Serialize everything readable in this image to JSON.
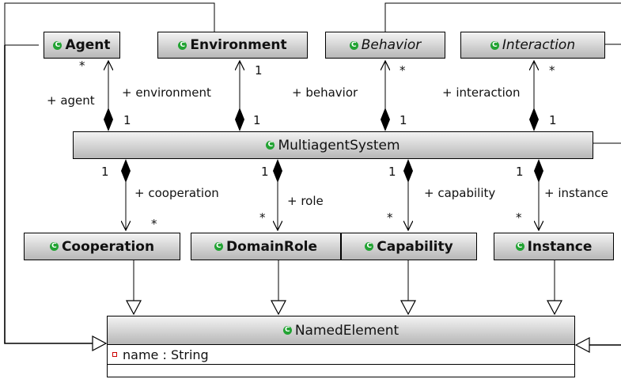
{
  "classes": {
    "agent": "Agent",
    "environment": "Environment",
    "behavior": "Behavior",
    "interaction": "Interaction",
    "multiagent": "MultiagentSystem",
    "cooperation": "Cooperation",
    "domainrole": "DomainRole",
    "capability": "Capability",
    "instance": "Instance",
    "namedelement": "NamedElement"
  },
  "class_icon": "C",
  "named_attribute": "name : String",
  "roles": {
    "agent": "+ agent",
    "environment": "+ environment",
    "behavior": "+ behavior",
    "interaction": "+ interaction",
    "cooperation": "+ cooperation",
    "role": "+ role",
    "capability": "+ capability",
    "instance": "+ instance"
  },
  "multiplicities": {
    "many": "*",
    "one": "1"
  },
  "colors": {
    "class_icon": "#22a333",
    "attribute_marker": "#cc0000"
  }
}
